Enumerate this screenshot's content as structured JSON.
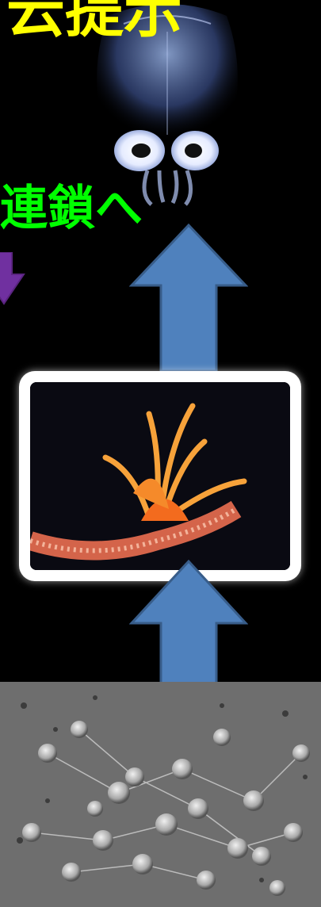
{
  "slide": {
    "title_fragment": "云提示",
    "chain_label": "連鎖へ"
  },
  "icons": {
    "purple_arrow": "curved-arrow-purple",
    "blue_arrow": "up-arrow-blue"
  },
  "colors": {
    "background": "#000000",
    "title": "#ffff00",
    "chain_label": "#00ff00",
    "arrow_fill": "#4f81bd",
    "arrow_stroke": "#385d8a",
    "purple_arrow": "#7030a0"
  }
}
